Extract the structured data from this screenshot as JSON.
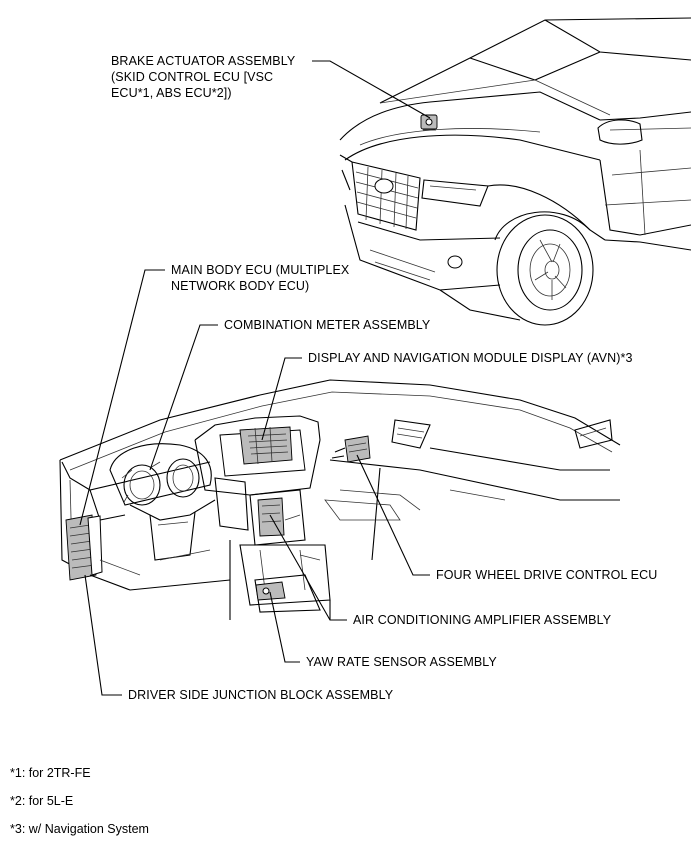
{
  "labels": {
    "brake_actuator": [
      "BRAKE ACTUATOR ASSEMBLY",
      "(SKID CONTROL ECU [VSC",
      "ECU*1, ABS ECU*2])"
    ],
    "main_body_ecu": [
      "MAIN BODY ECU (MULTIPLEX",
      "NETWORK BODY ECU)"
    ],
    "combination_meter": "COMBINATION METER ASSEMBLY",
    "display_navigation": "DISPLAY AND NAVIGATION MODULE DISPLAY (AVN)*3",
    "four_wheel_drive": "FOUR WHEEL DRIVE CONTROL ECU",
    "air_conditioning": "AIR CONDITIONING AMPLIFIER ASSEMBLY",
    "yaw_rate": "YAW RATE SENSOR ASSEMBLY",
    "driver_junction": "DRIVER SIDE JUNCTION BLOCK ASSEMBLY"
  },
  "notes": [
    "*1: for 2TR-FE",
    "*2: for 5L-E",
    "*3: w/ Navigation System"
  ]
}
